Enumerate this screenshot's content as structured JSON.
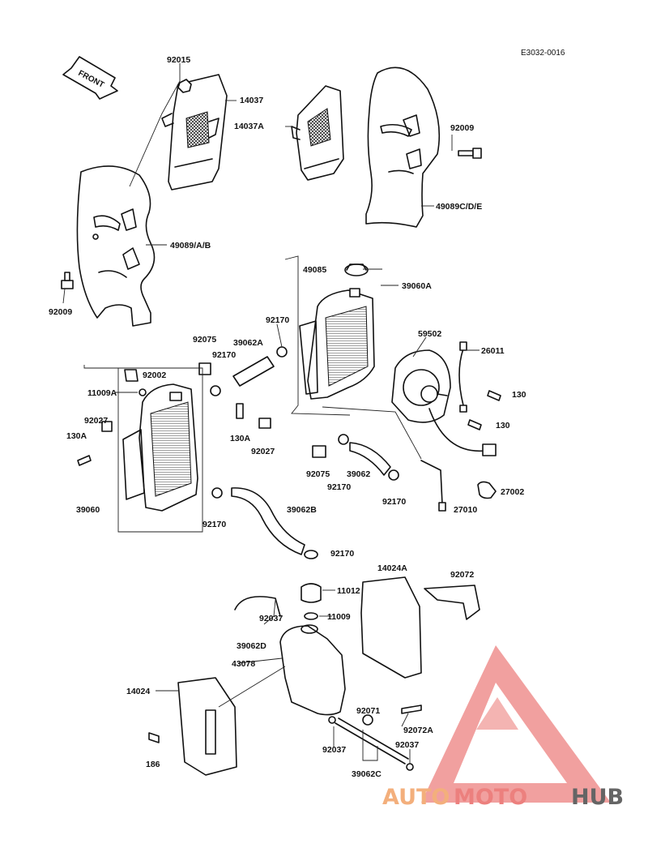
{
  "diagram_code": "E3032-0016",
  "front_arrow": "FRONT",
  "watermark": {
    "part1": "AUTO",
    "part2": "MOTO",
    "part3": "HUB",
    "colors": {
      "auto": "#f2a266",
      "moto": "#e96b68",
      "hub": "#4b4b4b",
      "triangle": "#e96b68"
    }
  },
  "labels": {
    "l92015": "92015",
    "l14037": "14037",
    "l14037A": "14037A",
    "l92009a": "92009",
    "l49089CDE": "49089C/D/E",
    "l49089AB": "49089/A/B",
    "l92009b": "92009",
    "l49085": "49085",
    "l39060A": "39060A",
    "l92170a": "92170",
    "l92075a": "92075",
    "l39062A": "39062A",
    "l92170b": "92170",
    "l59502": "59502",
    "l26011": "26011",
    "l92002": "92002",
    "l11009A": "11009A",
    "l130a": "130",
    "l130b": "130",
    "l92027a": "92027",
    "l130Aa": "130A",
    "l130Ab": "130A",
    "l92027b": "92027",
    "l92075b": "92075",
    "l39062": "39062",
    "l92170c": "92170",
    "l92170d": "92170",
    "l27002": "27002",
    "l27010": "27010",
    "l39060": "39060",
    "l92170e": "92170",
    "l39062B": "39062B",
    "l92170f": "92170",
    "l14024A": "14024A",
    "l92072": "92072",
    "l11012": "11012",
    "l92037a": "92037",
    "l11009": "11009",
    "l39062D": "39062D",
    "l43078": "43078",
    "l14024": "14024",
    "l92071": "92071",
    "l92072A": "92072A",
    "l92037b": "92037",
    "l92037c": "92037",
    "l186": "186",
    "l39062C": "39062C"
  }
}
